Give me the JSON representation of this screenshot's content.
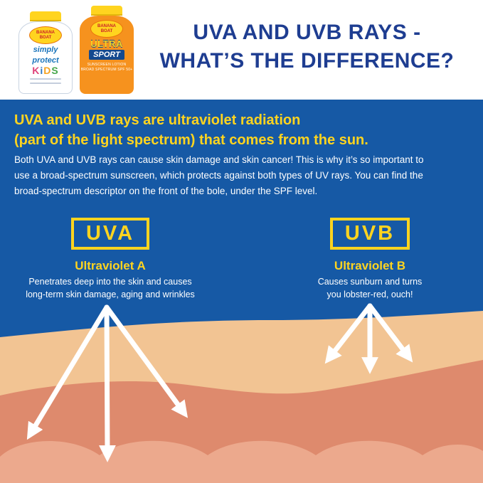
{
  "palette": {
    "background_blue": "#1659A5",
    "accent_yellow": "#FFD41F",
    "title_navy": "#1E3D91",
    "skin_tan": "#F2C493",
    "skin_salmon": "#DE8A6D",
    "skin_pink": "#ECA98D",
    "arrow_white": "#FFFFFF",
    "sport_orange": "#F6921E"
  },
  "header": {
    "title_line1": "UVA AND UVB RAYS -",
    "title_line2": "WHAT’S THE DIFFERENCE?"
  },
  "bottles": {
    "kids": {
      "brand_line1": "BANANA",
      "brand_line2": "BOAT",
      "product_line1": "simply",
      "product_line2": "protect",
      "letters": [
        "K",
        "i",
        "D",
        "S"
      ]
    },
    "sport": {
      "brand_line1": "BANANA",
      "brand_line2": "BOAT",
      "product_line1": "ULTRA",
      "product_line2": "SPORT",
      "fine_print_line1": "SUNSCREEN LOTION",
      "fine_print_line2": "BROAD SPECTRUM SPF 50+"
    }
  },
  "intro": {
    "headline_lines": [
      "UVA and UVB rays are ultraviolet radiation",
      "(part of the light spectrum) that comes from the sun."
    ],
    "body_lines": [
      "Both UVA and UVB rays can cause skin damage and skin cancer! This is why it’s so important to",
      "use a broad-spectrum sunscreen, which protects against both types of UV rays. You can find the",
      "broad-spectrum descriptor on the front of the bole, under the SPF level."
    ]
  },
  "uva": {
    "label": "UVA",
    "subtitle": "Ultraviolet A",
    "description_lines": [
      "Penetrates deep into the skin and causes",
      "long-term skin damage, aging and wrinkles"
    ]
  },
  "uvb": {
    "label": "UVB",
    "subtitle": "Ultraviolet B",
    "description_lines": [
      "Causes sunburn and turns",
      "you lobster-red, ouch!"
    ]
  }
}
